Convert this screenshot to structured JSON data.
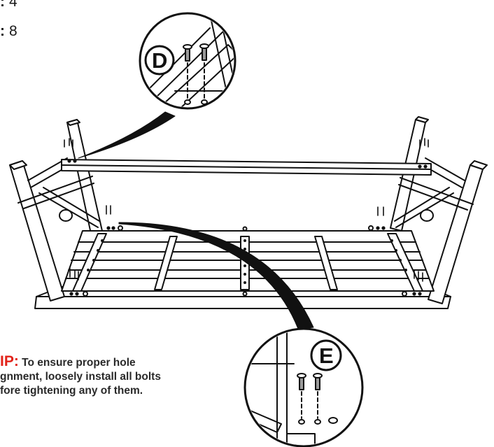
{
  "parts": {
    "count_1": {
      "label_fragment": ":",
      "value": "4"
    },
    "count_2": {
      "label_fragment": ":",
      "value": "8"
    }
  },
  "callouts": {
    "d": {
      "letter": "D"
    },
    "e": {
      "letter": "E"
    }
  },
  "tip": {
    "label_fragment": "IP:",
    "line_1": "To ensure proper hole",
    "line_2": "gnment, loosely install all bolts",
    "line_3": "fore tightening any of them."
  },
  "colors": {
    "line": "#111111",
    "tip_accent": "#e2231a"
  }
}
